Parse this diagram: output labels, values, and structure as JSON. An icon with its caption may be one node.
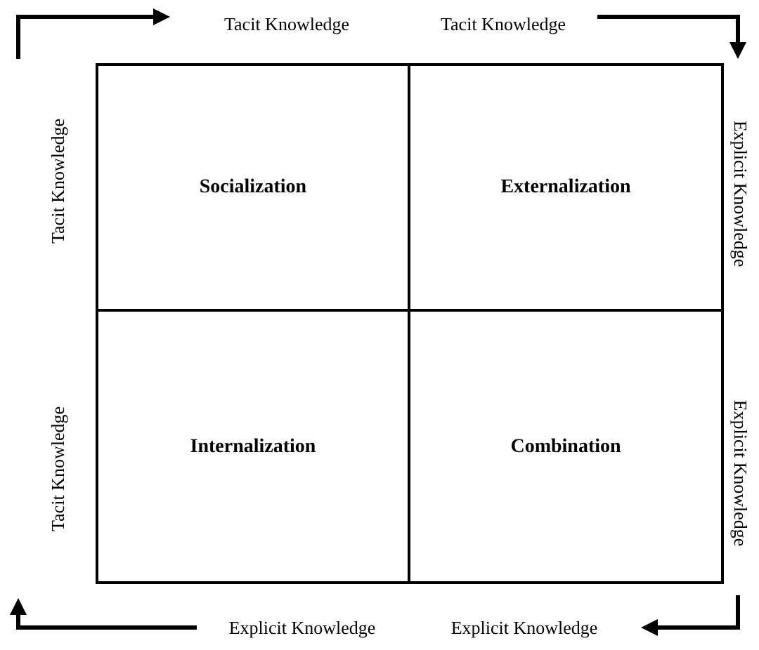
{
  "diagram": {
    "nodes": [
      {
        "text": [
          "Socialization"
        ]
      },
      {
        "text": [
          "Externalization"
        ]
      },
      {
        "text": [
          "Internalization"
        ]
      },
      {
        "text": [
          "Combination"
        ]
      }
    ],
    "edges": [],
    "labels": [
      "Tacit Knowledge",
      "Tacit Knowledge",
      "Tacit Knowledge",
      "Explicit Knowledge",
      "Tacit Knowledge",
      "Explicit Knowledge",
      "Explicit Knowledge",
      "Explicit Knowledge"
    ]
  }
}
